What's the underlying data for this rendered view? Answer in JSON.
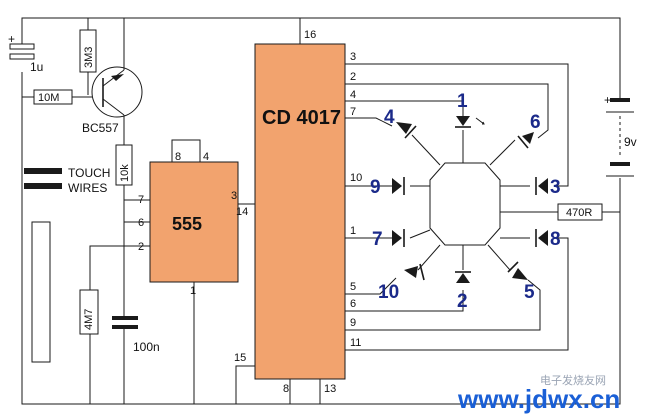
{
  "circuit": {
    "cd4017_label": "CD 4017",
    "timer_label": "555",
    "transistor_label": "BC557",
    "cap_1u": "1u",
    "res_3m3": "3M3",
    "res_10m": "10M",
    "res_10k": "10k",
    "res_4m7": "4M7",
    "cap_100n": "100n",
    "res_470r": "470R",
    "battery_label": "9v",
    "touch_label_1": "TOUCH",
    "touch_label_2": "WIRES",
    "plus_sign": "+"
  },
  "ic4017_pins": {
    "p16": "16",
    "p3": "3",
    "p2": "2",
    "p4": "4",
    "p7": "7",
    "p10": "10",
    "p1": "1",
    "p5": "5",
    "p6": "6",
    "p9": "9",
    "p11": "11",
    "p14": "14",
    "p15": "15",
    "p8": "8",
    "p13": "13"
  },
  "ic555_pins": {
    "p8": "8",
    "p4": "4",
    "p7": "7",
    "p6": "6",
    "p2": "2",
    "p3": "3",
    "p1": "1"
  },
  "leds": [
    "1",
    "2",
    "3",
    "4",
    "5",
    "6",
    "7",
    "8",
    "9",
    "10"
  ],
  "colors": {
    "ic_fill": "#f2a36e",
    "led_label": "#1b2a8a",
    "watermark": "#1a5fd6"
  },
  "watermark": {
    "site": "www.jdwx.cn",
    "badge": "电子发烧友网"
  }
}
